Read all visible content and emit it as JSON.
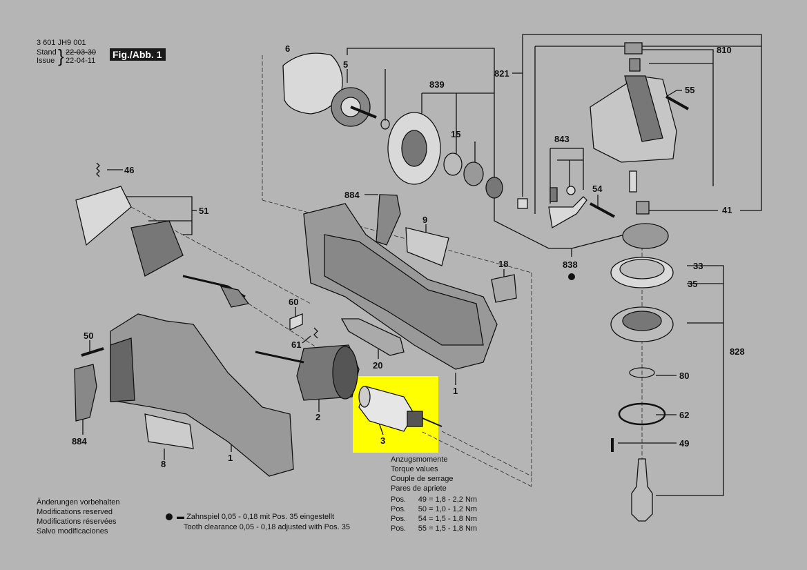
{
  "header": {
    "doc_number": "3 601 JH9 001",
    "stand_label": "Stand",
    "issue_label": "Issue",
    "stand_date_old": "22-03-30",
    "issue_date": "22-04-11",
    "figure_label": "Fig./Abb. 1"
  },
  "part_numbers": {
    "p6": "6",
    "p5": "5",
    "p839": "839",
    "p15": "15",
    "p821": "821",
    "p810": "810",
    "p55": "55",
    "p46": "46",
    "p51": "51",
    "p884a": "884",
    "p9": "9",
    "p843": "843",
    "p54": "54",
    "p41": "41",
    "p838": "838",
    "p18": "18",
    "p33": "33",
    "p35": "35",
    "p828": "828",
    "p60": "60",
    "p61": "61",
    "p50": "50",
    "p20": "20",
    "p1a": "1",
    "p2": "2",
    "p3": "3",
    "p80": "80",
    "p62": "62",
    "p49": "49",
    "p884b": "884",
    "p8": "8",
    "p1b": "1"
  },
  "torque": {
    "title_lines": [
      "Anzugsmomente",
      "Torque values",
      "Couple de serrage",
      "Pares de apriete"
    ],
    "rows": [
      {
        "pos": "Pos.",
        "num": "49",
        "value": "= 1,8 - 2,2 Nm"
      },
      {
        "pos": "Pos.",
        "num": "50",
        "value": "= 1,0 - 1,2 Nm"
      },
      {
        "pos": "Pos.",
        "num": "54",
        "value": "= 1,5 - 1,8 Nm"
      },
      {
        "pos": "Pos.",
        "num": "55",
        "value": "= 1,5 - 1,8 Nm"
      }
    ]
  },
  "footer": {
    "modifications": [
      "Änderungen vorbehalten",
      "Modifications reserved",
      "Modifications réservées",
      "Salvo modificaciones"
    ],
    "clearance_de": "Zahnspiel 0,05 - 0,18 mit Pos. 35 eingestellt",
    "clearance_en": "Tooth clearance 0,05 - 0,18 adjusted with Pos. 35"
  },
  "colors": {
    "background": "#b5b5b5",
    "highlight": "#ffff00",
    "line": "#111111",
    "figure_label_bg": "#1a1a1a"
  }
}
